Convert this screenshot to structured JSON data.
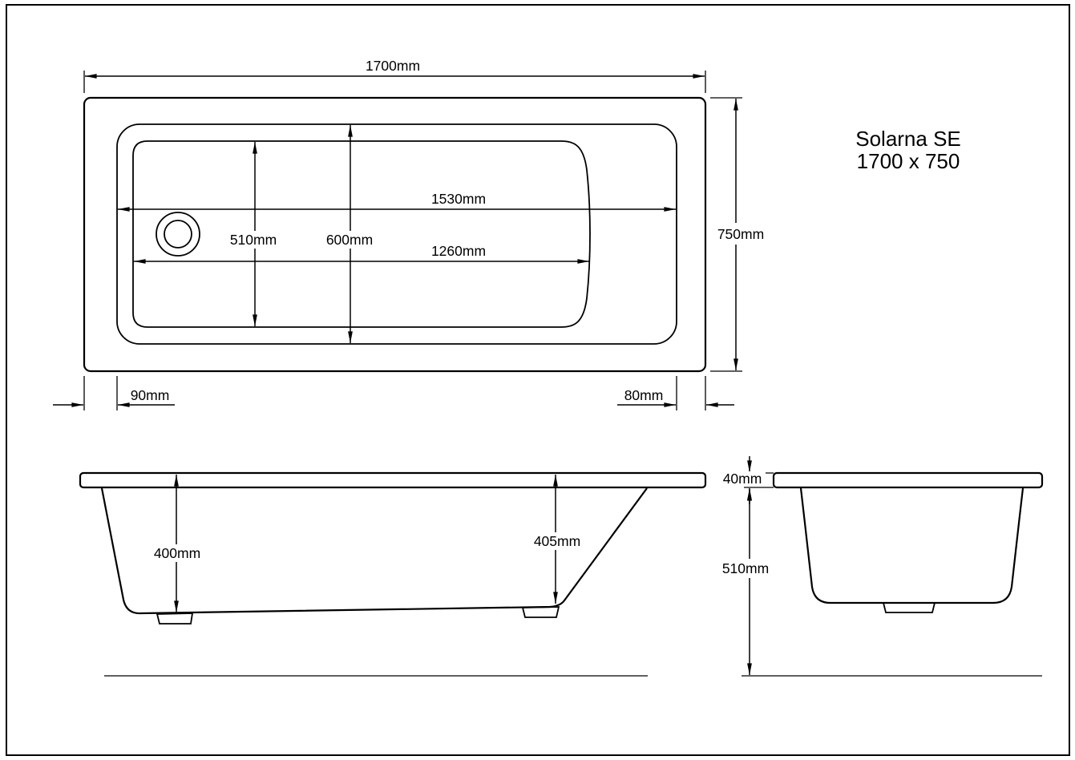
{
  "title": {
    "product_name": "Solarna SE",
    "size": "1700 x 750"
  },
  "top_view": {
    "dimensions": {
      "overall_length": "1700mm",
      "overall_width": "750mm",
      "rim_length": "1530mm",
      "basin_length": "1260mm",
      "basin_width": "510mm",
      "rim_width": "600mm",
      "head_end_offset": "90mm",
      "foot_end_offset": "80mm"
    }
  },
  "side_view": {
    "dimensions": {
      "internal_depth_head": "400mm",
      "internal_depth_foot": "405mm"
    }
  },
  "end_view": {
    "dimensions": {
      "rim_thickness": "40mm",
      "overall_height": "510mm"
    }
  },
  "colors": {
    "line": "#000000",
    "background": "#ffffff"
  }
}
